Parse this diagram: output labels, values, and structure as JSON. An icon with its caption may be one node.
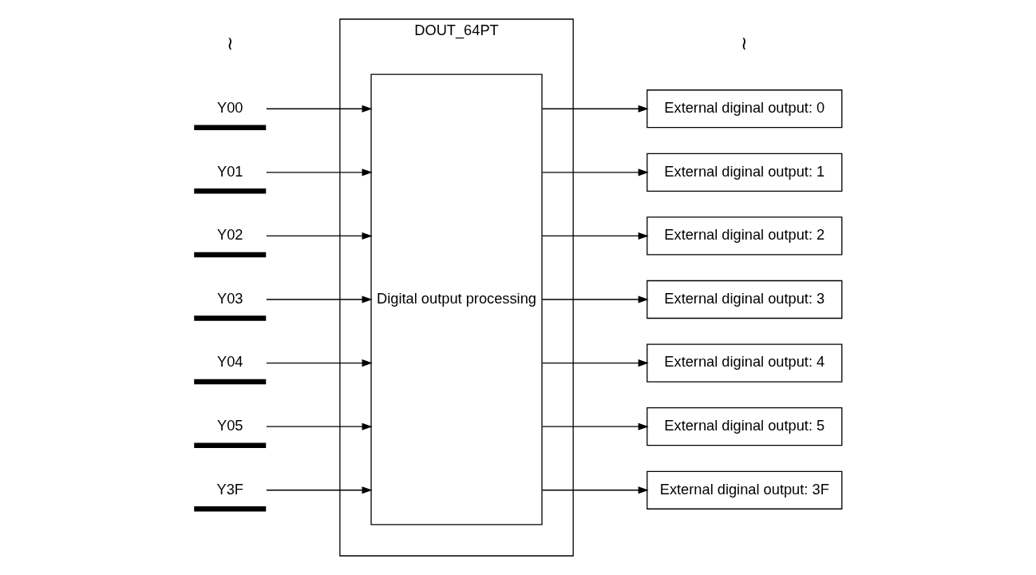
{
  "diagram": {
    "nodes": [
      {
        "text": [
          "DOUT_64PT"
        ]
      },
      {
        "text": [
          "Y00"
        ]
      },
      {
        "text": [
          "Y01"
        ]
      },
      {
        "text": [
          "Y02"
        ]
      },
      {
        "text": [
          "Y03"
        ]
      },
      {
        "text": [
          "Y04"
        ]
      },
      {
        "text": [
          "Y05"
        ]
      },
      {
        "text": [
          "Y3F"
        ]
      },
      {
        "text": [
          "Digital output processing"
        ],
        "in": 0
      },
      {
        "text": [
          "External diginal output: 0"
        ]
      },
      {
        "text": [
          "External diginal output: 1"
        ]
      },
      {
        "text": [
          "External diginal output: 2"
        ]
      },
      {
        "text": [
          "External diginal output: 3"
        ]
      },
      {
        "text": [
          "External diginal output: 4"
        ]
      },
      {
        "text": [
          "External diginal output: 5"
        ]
      },
      {
        "text": [
          "External diginal output: 3F"
        ]
      }
    ],
    "edges": [
      {
        "from": 1,
        "to": 8,
        "arrow": "to"
      },
      {
        "from": 2,
        "to": 8,
        "arrow": "to"
      },
      {
        "from": 3,
        "to": 8,
        "arrow": "to"
      },
      {
        "from": 4,
        "to": 8,
        "arrow": "to"
      },
      {
        "from": 5,
        "to": 8,
        "arrow": "to"
      },
      {
        "from": 6,
        "to": 8,
        "arrow": "to"
      },
      {
        "from": 7,
        "to": 8,
        "arrow": "to"
      },
      {
        "from": 8,
        "to": 9,
        "arrow": "to"
      },
      {
        "from": 8,
        "to": 10,
        "arrow": "to"
      },
      {
        "from": 8,
        "to": 11,
        "arrow": "to"
      },
      {
        "from": 8,
        "to": 12,
        "arrow": "to"
      },
      {
        "from": 8,
        "to": 13,
        "arrow": "to"
      },
      {
        "from": 8,
        "to": 14,
        "arrow": "to"
      },
      {
        "from": 8,
        "to": 15,
        "arrow": "to"
      }
    ],
    "labels": [
      "≀",
      "≀"
    ]
  }
}
